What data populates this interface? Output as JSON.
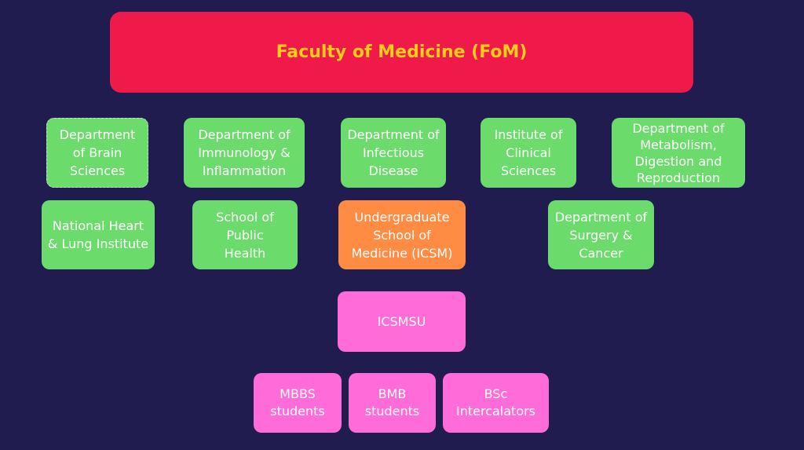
{
  "title": "Faculty of Medicine (FoM)",
  "row1": [
    "Department of Brain Sciences",
    "Department of Immunology & Inflammation",
    "Department of Infectious Disease",
    "Institute of Clinical Sciences",
    "Department of Metabolism, Digestion and Reproduction"
  ],
  "row2": [
    "National Heart & Lung Institute",
    "School of Public Health",
    "Undergraduate School of Medicine (ICSM)",
    "Department of Surgery & Cancer"
  ],
  "union": "ICSMSU",
  "students": [
    "MBBS students",
    "BMB students",
    "BSc Intercalators"
  ],
  "colors": {
    "background": "#211c50",
    "title_box": "#ef1a4a",
    "title_text": "#ffcc1a",
    "department": "#6bdb6b",
    "school": "#ff8c42",
    "union_and_students": "#ff6bd8"
  }
}
